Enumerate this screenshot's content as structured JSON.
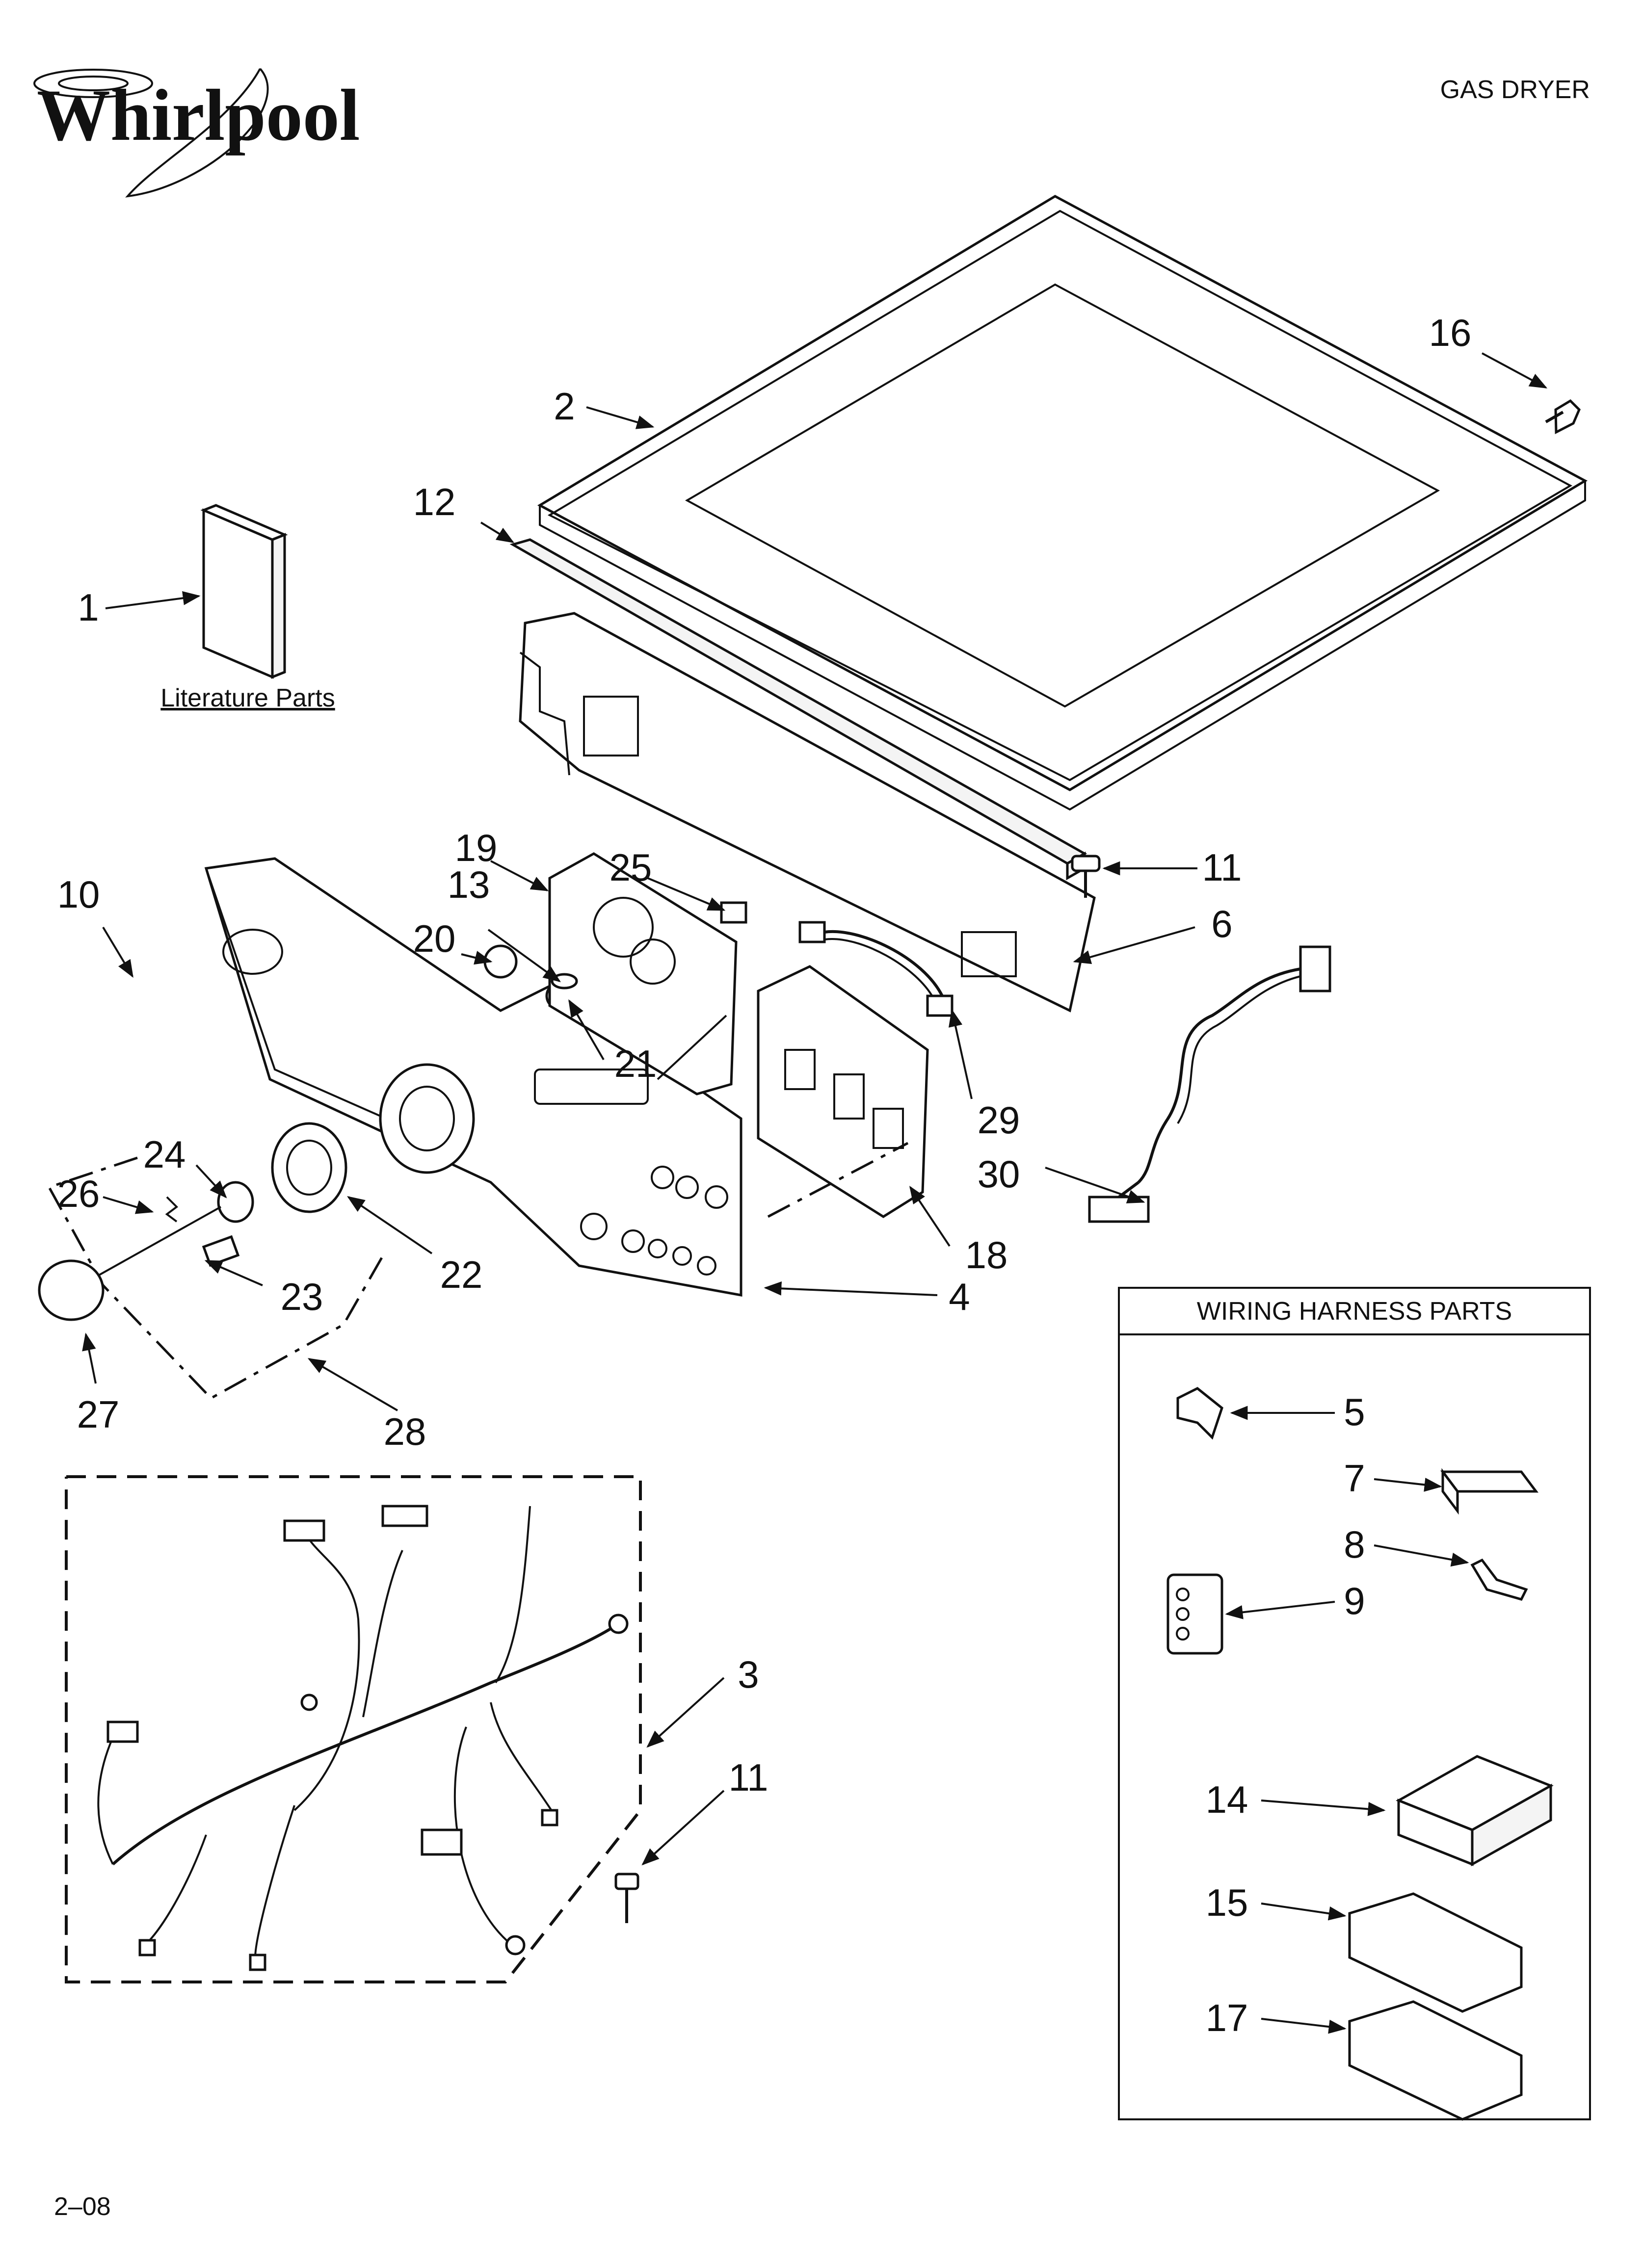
{
  "brand": "Whirlpool",
  "doc_title": "GAS DRYER",
  "literature_label": "Literature Parts",
  "wiring_box_title": "WIRING HARNESS PARTS",
  "page_code": "2–08",
  "callouts": {
    "c1": "1",
    "c2": "2",
    "c3": "3",
    "c4": "4",
    "c5": "5",
    "c6": "6",
    "c7": "7",
    "c8": "8",
    "c9": "9",
    "c10": "10",
    "c11a": "11",
    "c11b": "11",
    "c12": "12",
    "c13": "13",
    "c14": "14",
    "c15": "15",
    "c16": "16",
    "c17": "17",
    "c18": "18",
    "c19": "19",
    "c20": "20",
    "c21": "21",
    "c22": "22",
    "c23": "23",
    "c24": "24",
    "c25": "25",
    "c26": "26",
    "c27": "27",
    "c28": "28",
    "c29": "29",
    "c30": "30"
  }
}
